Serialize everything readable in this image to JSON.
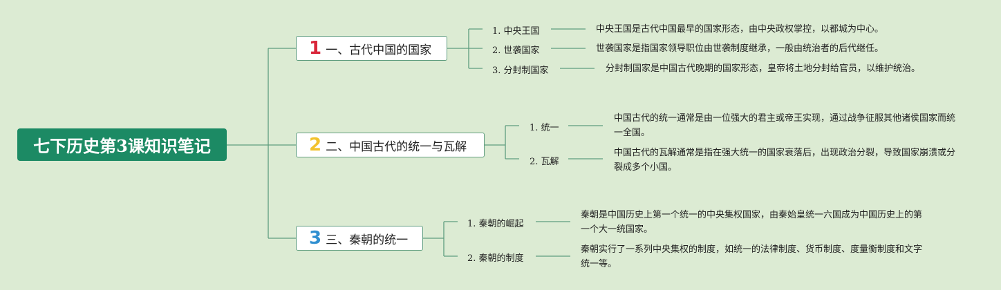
{
  "root": {
    "title": "七下历史第3课知识笔记"
  },
  "colors": {
    "background": "#dcebd3",
    "root_fill": "#1c8a64",
    "line": "#5e9c7e",
    "num1": "#d9263a",
    "num2": "#f2c22e",
    "num3": "#2f8fd0"
  },
  "branches": [
    {
      "number": "1",
      "title": "一、古代中国的国家",
      "children": [
        {
          "label": "1. 中央王国",
          "text": "中央王国是古代中国最早的国家形态，由中央政权掌控，以都城为中心。"
        },
        {
          "label": "2. 世袭国家",
          "text": "世袭国家是指国家领导职位由世袭制度继承，一般由统治者的后代继任。"
        },
        {
          "label": "3. 分封制国家",
          "text": "分封制国家是中国古代晚期的国家形态，皇帝将土地分封给官员，以维护统治。"
        }
      ]
    },
    {
      "number": "2",
      "title": "二、中国古代的统一与瓦解",
      "children": [
        {
          "label": "1. 统一",
          "text": "中国古代的统一通常是由一位强大的君主或帝王实现，通过战争征服其他诸侯国家而统一全国。"
        },
        {
          "label": "2. 瓦解",
          "text": "中国古代的瓦解通常是指在强大统一的国家衰落后，出现政治分裂，导致国家崩溃或分裂成多个小国。"
        }
      ]
    },
    {
      "number": "3",
      "title": "三、秦朝的统一",
      "children": [
        {
          "label": "1. 秦朝的崛起",
          "text": "秦朝是中国历史上第一个统一的中央集权国家，由秦始皇统一六国成为中国历史上的第一个大一统国家。"
        },
        {
          "label": "2. 秦朝的制度",
          "text": "秦朝实行了一系列中央集权的制度，如统一的法律制度、货币制度、度量衡制度和文字统一等。"
        }
      ]
    }
  ]
}
